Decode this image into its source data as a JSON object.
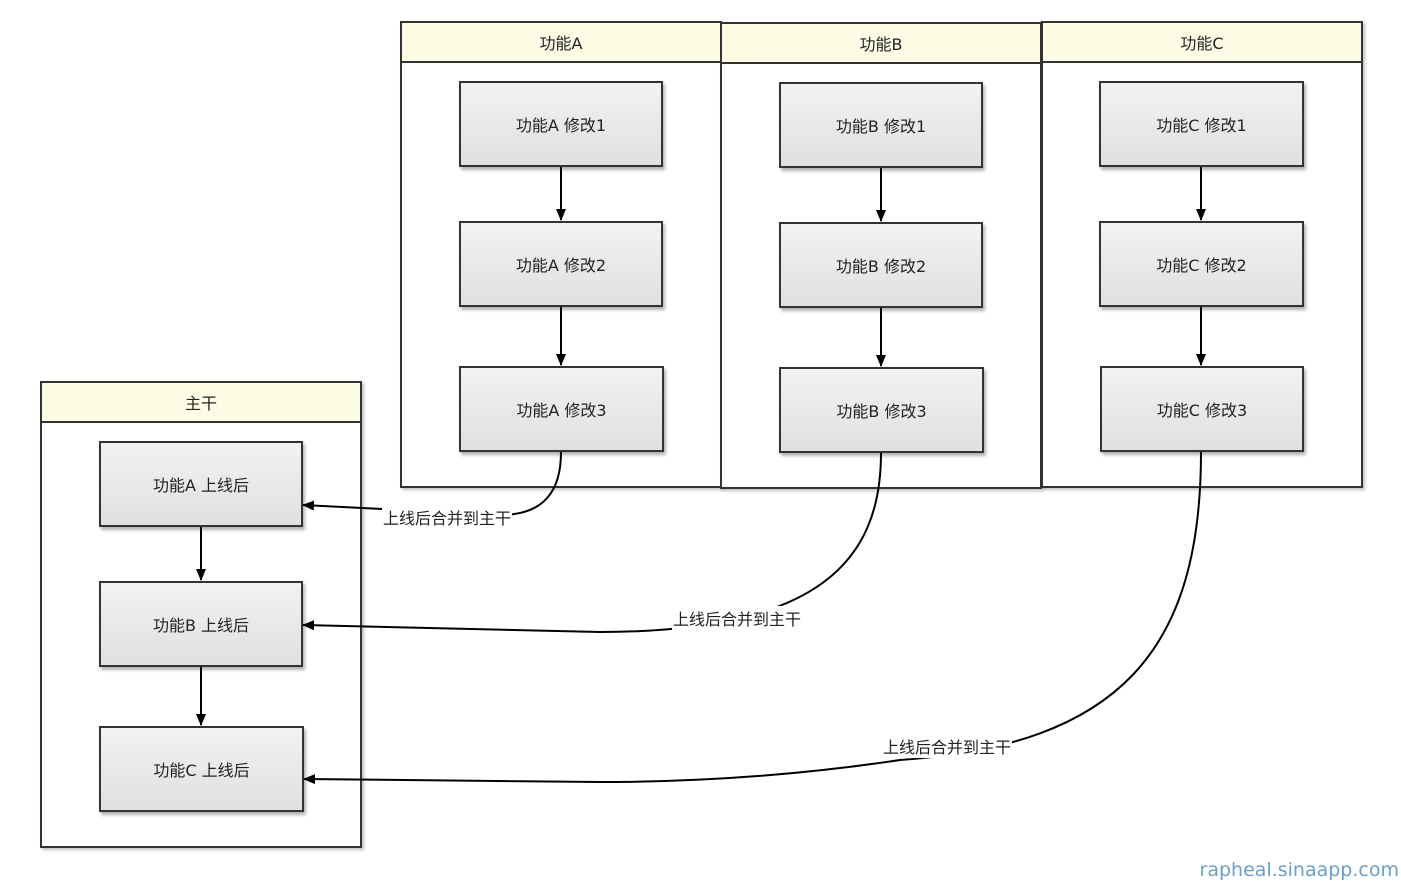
{
  "lanes": {
    "feature_a": {
      "title": "功能A",
      "nodes": [
        "功能A  修改1",
        "功能A  修改2",
        "功能A  修改3"
      ]
    },
    "feature_b": {
      "title": "功能B",
      "nodes": [
        "功能B  修改1",
        "功能B  修改2",
        "功能B  修改3"
      ]
    },
    "feature_c": {
      "title": "功能C",
      "nodes": [
        "功能C  修改1",
        "功能C  修改2",
        "功能C  修改3"
      ]
    },
    "trunk": {
      "title": "主干",
      "nodes": [
        "功能A  上线后",
        "功能B  上线后",
        "功能C  上线后"
      ]
    }
  },
  "edge_labels": {
    "merge_a": "上线后合并到主干",
    "merge_b": "上线后合并到主干",
    "merge_c": "上线后合并到主干"
  },
  "watermark": "rapheal.sinaapp.com"
}
